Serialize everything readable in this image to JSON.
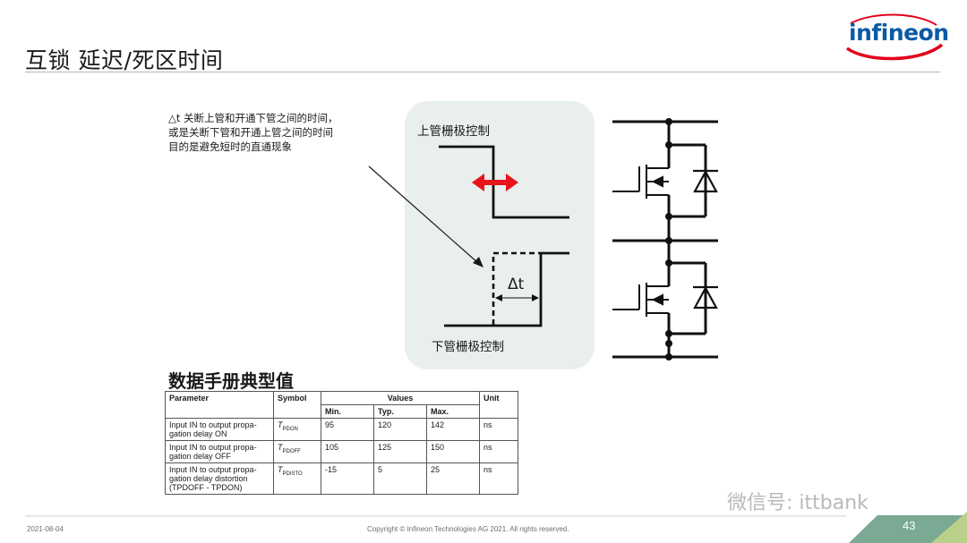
{
  "header": {
    "title": "互锁 延迟/死区时间",
    "logo_text": "infineon"
  },
  "note": {
    "lines": [
      "△t 关断上管和开通下管之间的时间，",
      "或是关断下管和开通上管之间的时间",
      "目的是避免短时的直通现象"
    ]
  },
  "diagram": {
    "upper_label": "上管栅极控制",
    "lower_label": "下管栅极控制",
    "delta_label": "Δt"
  },
  "datasheet": {
    "heading": "数据手册典型值",
    "header_row1": [
      "Parameter",
      "Symbol",
      "Values",
      "Unit"
    ],
    "header_row2": [
      "Min.",
      "Typ.",
      "Max."
    ],
    "rows": [
      {
        "param": "Input IN to output propa-gation delay ON",
        "symbol_main": "T",
        "symbol_sub": "PDON",
        "min": "95",
        "typ": "120",
        "max": "142",
        "unit": "ns"
      },
      {
        "param": "Input IN to output propa-gation delay OFF",
        "symbol_main": "T",
        "symbol_sub": "PDOFF",
        "min": "105",
        "typ": "125",
        "max": "150",
        "unit": "ns"
      },
      {
        "param": "Input IN to output propa-gation delay distortion",
        "param_extra": "(TPDOFF - TPDON)",
        "symbol_main": "T",
        "symbol_sub": "PDISTO",
        "min": "-15",
        "typ": "5",
        "max": "25",
        "unit": "ns"
      }
    ]
  },
  "footer": {
    "date": "2021-08-04",
    "copyright": "Copyright © Infineon Technologies AG 2021. All rights reserved.",
    "page": "43",
    "watermark": "微信号: ittbank"
  },
  "colors": {
    "accent_green": "#6fa58d",
    "brand_blue": "#0c5aa6",
    "brand_red": "#e2001a",
    "arrow_red": "#e8141b"
  }
}
